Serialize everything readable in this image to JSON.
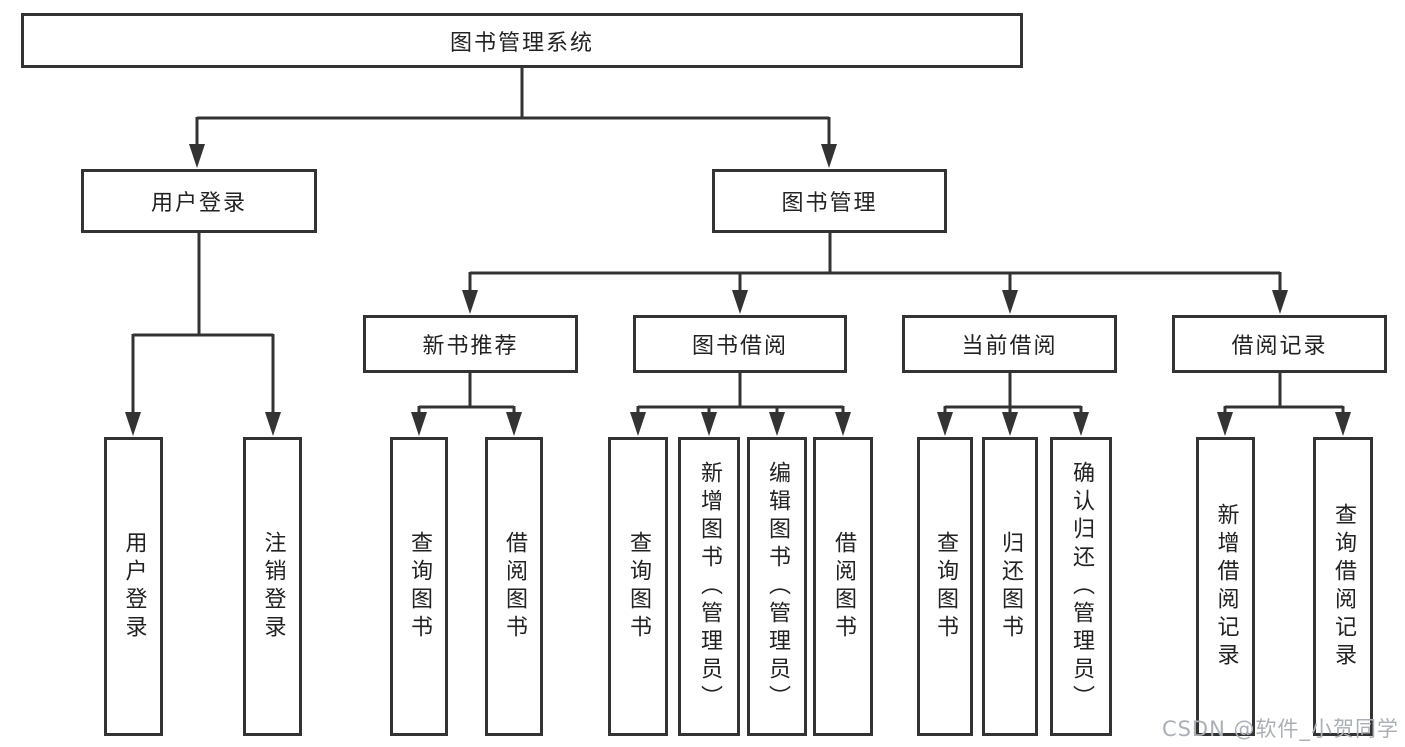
{
  "diagram": {
    "title": "图书管理系统",
    "root": {
      "label": "图书管理系统"
    },
    "level2": [
      {
        "label": "用户登录"
      },
      {
        "label": "图书管理"
      }
    ],
    "level3": [
      {
        "label": "新书推荐"
      },
      {
        "label": "图书借阅"
      },
      {
        "label": "当前借阅"
      },
      {
        "label": "借阅记录"
      }
    ],
    "leaves": {
      "user_login": [
        "用户登录",
        "注销登录"
      ],
      "new_books": [
        "查询图书",
        "借阅图书"
      ],
      "book_borrow": [
        "查询图书",
        "新增图书（管理员）",
        "编辑图书（管理员）",
        "借阅图书"
      ],
      "current_borrow": [
        "查询图书",
        "归还图书",
        "确认归还（管理员）"
      ],
      "borrow_records": [
        "新增借阅记录",
        "查询借阅记录"
      ]
    }
  },
  "watermark": {
    "text": "CSDN @软件_小贺同学"
  },
  "colors": {
    "line": "#333333",
    "box_border": "#333333",
    "box_fill": "#ffffff",
    "text": "#222222",
    "watermark": "#aab0b6"
  }
}
